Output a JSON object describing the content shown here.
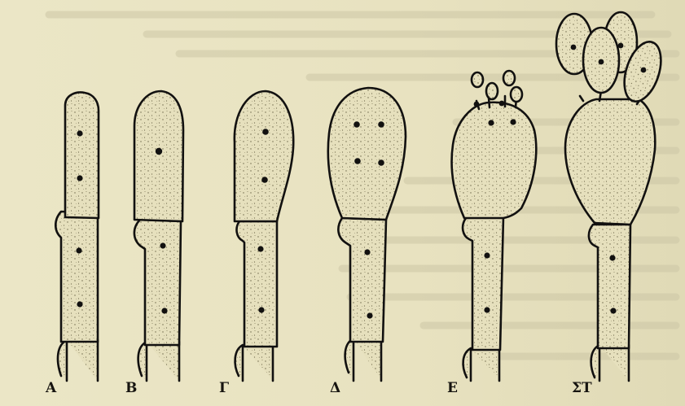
{
  "figure": {
    "stages": [
      {
        "label": "Α"
      },
      {
        "label": "Β"
      },
      {
        "label": "Γ"
      },
      {
        "label": "Δ"
      },
      {
        "label": "Ε"
      },
      {
        "label": "ΣΤ"
      }
    ]
  }
}
